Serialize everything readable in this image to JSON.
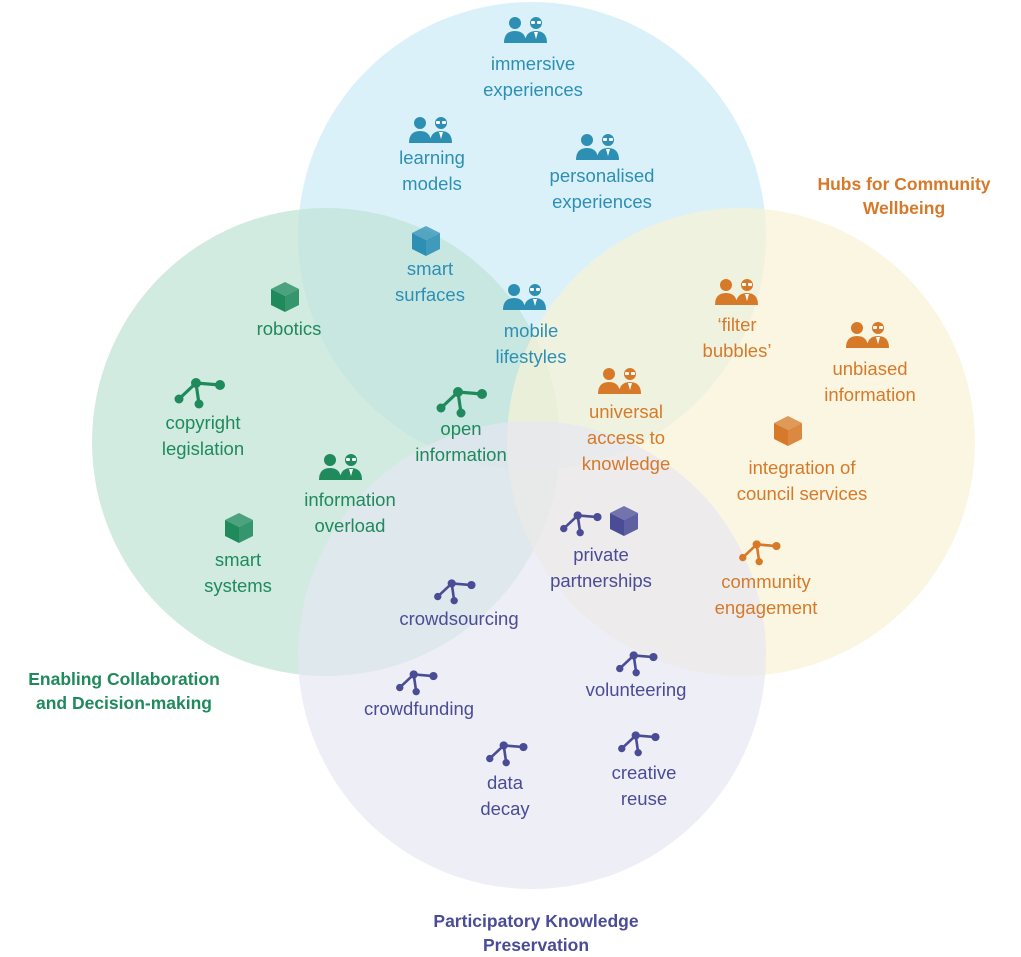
{
  "colors": {
    "blue": "#2e8fb5",
    "green": "#1f8a5c",
    "orange": "#d67a2a",
    "purple": "#4a4c96",
    "circle_blue": "#d6f0f8",
    "circle_green": "#bfe3d6",
    "circle_yellow": "#f8f3d6",
    "circle_purple": "#e6e6f2"
  },
  "groups": {
    "collaboration": "Enabling Collaboration\nand Decision-making",
    "hubs": "Hubs for Community\nWellbeing",
    "preservation": "Participatory Knowledge\nPreservation"
  },
  "items": {
    "immersive": {
      "label": "immersive\nexperiences",
      "icon": "people-icon",
      "color": "blue"
    },
    "learning": {
      "label": "learning\nmodels",
      "icon": "people-icon",
      "color": "blue"
    },
    "personalised": {
      "label": "personalised\nexperiences",
      "icon": "people-icon",
      "color": "blue"
    },
    "smart_surfaces": {
      "label": "smart\nsurfaces",
      "icon": "cube-icon",
      "color": "blue"
    },
    "mobile": {
      "label": "mobile\nlifestyles",
      "icon": "people-icon",
      "color": "blue"
    },
    "robotics": {
      "label": "robotics",
      "icon": "cube-icon",
      "color": "green"
    },
    "copyright": {
      "label": "copyright\nlegislation",
      "icon": "network-icon",
      "color": "green"
    },
    "open_info": {
      "label": "open\ninformation",
      "icon": "network-icon",
      "color": "green"
    },
    "overload": {
      "label": "information\noverload",
      "icon": "people-icon",
      "color": "green"
    },
    "smart_systems": {
      "label": "smart\nsystems",
      "icon": "cube-icon",
      "color": "green"
    },
    "filter": {
      "label": "‘filter\nbubbles’",
      "icon": "people-icon",
      "color": "orange"
    },
    "unbiased": {
      "label": "unbiased\ninformation",
      "icon": "people-icon",
      "color": "orange"
    },
    "universal": {
      "label": "universal\naccess to\nknowledge",
      "icon": "people-icon",
      "color": "orange"
    },
    "council": {
      "label": "integration of\ncouncil services",
      "icon": "cube-icon",
      "color": "orange"
    },
    "engagement": {
      "label": "community\nengagement",
      "icon": "network-icon",
      "color": "orange"
    },
    "private": {
      "label": "private\npartnerships",
      "icon": "network-icon+cube-icon",
      "color": "purple"
    },
    "crowdsourcing": {
      "label": "crowdsourcing",
      "icon": "network-icon",
      "color": "purple"
    },
    "volunteering": {
      "label": "volunteering",
      "icon": "network-icon",
      "color": "purple"
    },
    "crowdfunding": {
      "label": "crowdfunding",
      "icon": "network-icon",
      "color": "purple"
    },
    "data_decay": {
      "label": "data\ndecay",
      "icon": "network-icon",
      "color": "purple"
    },
    "creative": {
      "label": "creative\nreuse",
      "icon": "network-icon",
      "color": "purple"
    }
  }
}
